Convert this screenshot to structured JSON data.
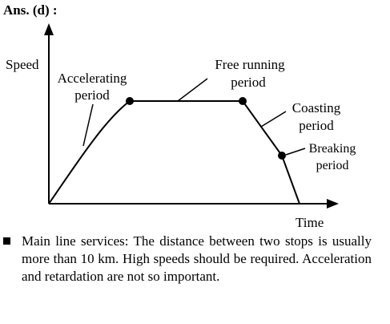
{
  "heading": "Ans. (d) :",
  "diagram": {
    "y_axis_label": "Speed",
    "x_axis_label": "Time",
    "phases": {
      "accelerating": [
        "Accelerating",
        "period"
      ],
      "free_running": [
        "Free running",
        "period"
      ],
      "coasting": [
        "Coasting",
        "period"
      ],
      "braking": [
        "Breaking",
        "period"
      ]
    }
  },
  "note": "Main line services: The distance between two stops is usually more than 10 km. High speeds should be required. Acceleration and retardation are not so important."
}
